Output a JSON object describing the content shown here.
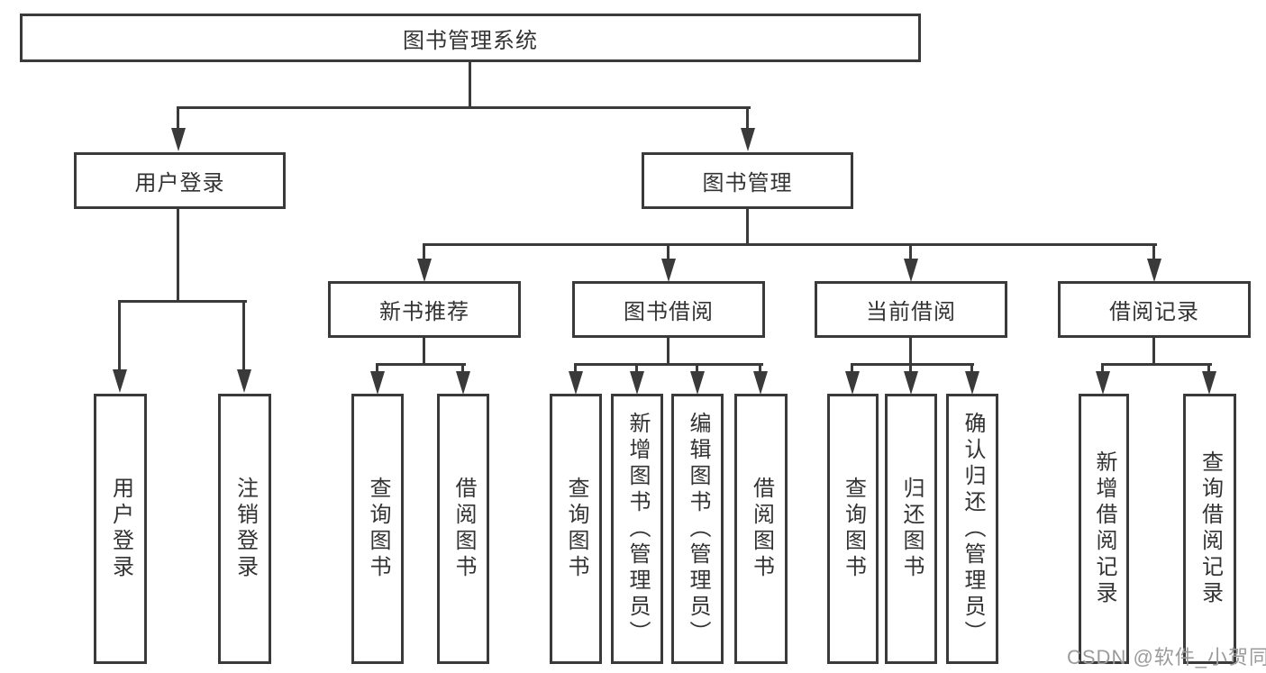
{
  "diagram": {
    "title_node": {
      "label": "图书管理系统"
    },
    "level1": [
      {
        "label": "用户登录"
      },
      {
        "label": "图书管理"
      }
    ],
    "level2": [
      {
        "label": "新书推荐"
      },
      {
        "label": "图书借阅"
      },
      {
        "label": "当前借阅"
      },
      {
        "label": "借阅记录"
      }
    ],
    "leaves": {
      "user_login": [
        "用户登录",
        "注销登录"
      ],
      "new_book": [
        "查询图书",
        "借阅图书"
      ],
      "book_borrow": [
        "查询图书",
        "新增图书（管理员）",
        "编辑图书（管理员）",
        "借阅图书"
      ],
      "current_borrow": [
        "查询图书",
        "归还图书",
        "确认归还（管理员）"
      ],
      "borrow_record": [
        "新增借阅记录",
        "查询借阅记录"
      ]
    },
    "watermark": "CSDN @软件_小贺同学",
    "colors": {
      "line": "#3a3a3a",
      "text": "#333333",
      "background": "#ffffff",
      "watermark": "#9b9b9b"
    }
  }
}
